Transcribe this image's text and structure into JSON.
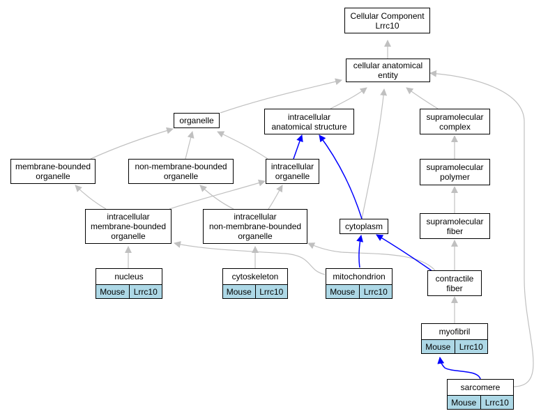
{
  "colors": {
    "edge": "#c0c0c0",
    "highlight": "#0000ff",
    "annotation": "#add8e6"
  },
  "nodes": {
    "cc": {
      "label": "Cellular Component\nLrrc10"
    },
    "cae": {
      "label": "cellular anatomical\nentity"
    },
    "organelle": {
      "label": "organelle"
    },
    "ias": {
      "label": "intracellular\nanatomical structure"
    },
    "smc": {
      "label": "supramolecular\ncomplex"
    },
    "mbo": {
      "label": "membrane-bounded\norganelle"
    },
    "nmbo": {
      "label": "non-membrane-bounded\norganelle"
    },
    "io": {
      "label": "intracellular\norganelle"
    },
    "smp": {
      "label": "supramolecular\npolymer"
    },
    "imbo": {
      "label": "intracellular\nmembrane-bounded\norganelle"
    },
    "inmbo": {
      "label": "intracellular\nnon-membrane-bounded\norganelle"
    },
    "cyto": {
      "label": "cytoplasm"
    },
    "smf": {
      "label": "supramolecular\nfiber"
    },
    "nucleus": {
      "label": "nucleus",
      "species": "Mouse",
      "gene": "Lrrc10"
    },
    "cytosk": {
      "label": "cytoskeleton",
      "species": "Mouse",
      "gene": "Lrrc10"
    },
    "mito": {
      "label": "mitochondrion",
      "species": "Mouse",
      "gene": "Lrrc10"
    },
    "cf": {
      "label": "contractile\nfiber"
    },
    "myo": {
      "label": "myofibril",
      "species": "Mouse",
      "gene": "Lrrc10"
    },
    "sarc": {
      "label": "sarcomere",
      "species": "Mouse",
      "gene": "Lrrc10"
    }
  }
}
